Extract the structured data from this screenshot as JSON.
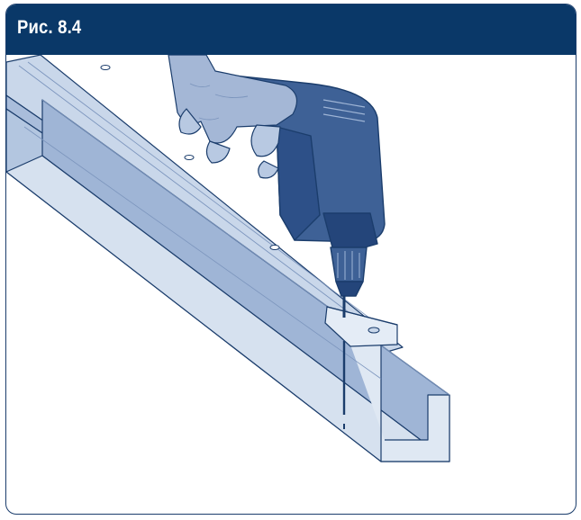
{
  "figure": {
    "title": "Рис. 8.4"
  },
  "colors": {
    "header_bg": "#0a3868",
    "header_text": "#ffffff",
    "rail_light": "#c9d7ea",
    "rail_mid": "#a9bddb",
    "rail_dark": "#8aa3c8",
    "outline": "#1b3d6c",
    "drill_body": "#3e6196",
    "drill_dark": "#24457a",
    "hand": "#a4b7d6"
  },
  "icons": {
    "rail": "metal-channel-rail",
    "drill": "power-drill",
    "hand": "hand-holding-drill",
    "screw": "self-tapping-screw"
  }
}
